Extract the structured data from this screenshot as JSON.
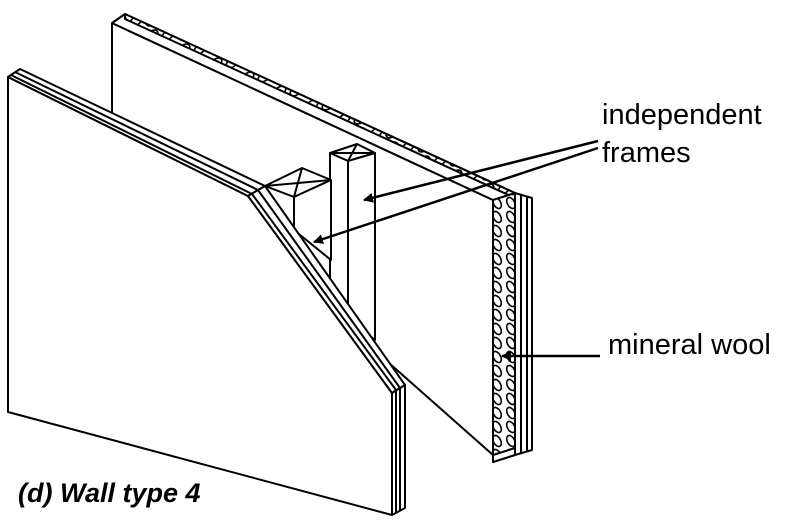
{
  "labels": {
    "frames_line1": "independent",
    "frames_line2": "frames",
    "insulation": "mineral wool",
    "caption": "(d) Wall type 4"
  },
  "colors": {
    "ink": "#000000",
    "paper": "#ffffff"
  }
}
